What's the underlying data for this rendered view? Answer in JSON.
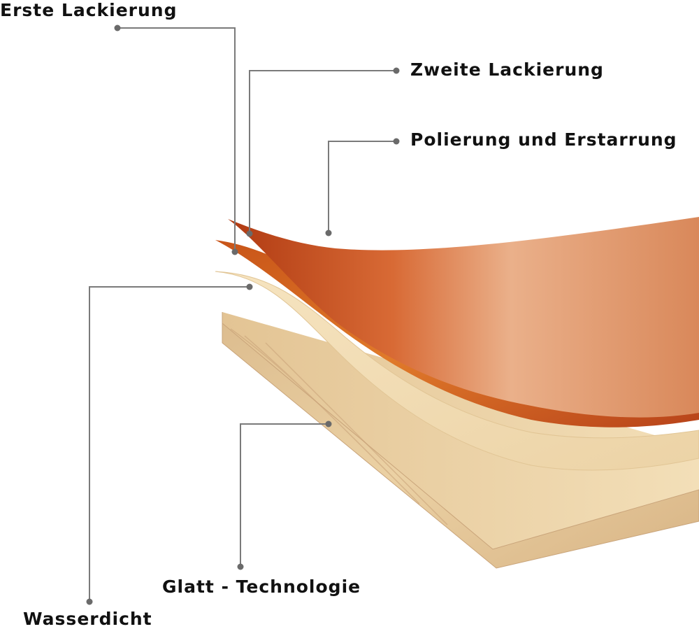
{
  "labels": {
    "erste": "Erste Lackierung",
    "zweite": "Zweite Lackierung",
    "polierung": "Polierung und Erstarrung",
    "glatt": "Glatt - Technologie",
    "wasserdicht": "Wasserdicht"
  },
  "colors": {
    "leader_line": "#7a7a7a",
    "text": "#111111",
    "lacquer_dark": "#b8431a",
    "lacquer_light": "#e8a070",
    "veneer": "#f2dcb4",
    "board": "#ead2a6",
    "board_edge": "#c9a47a"
  }
}
